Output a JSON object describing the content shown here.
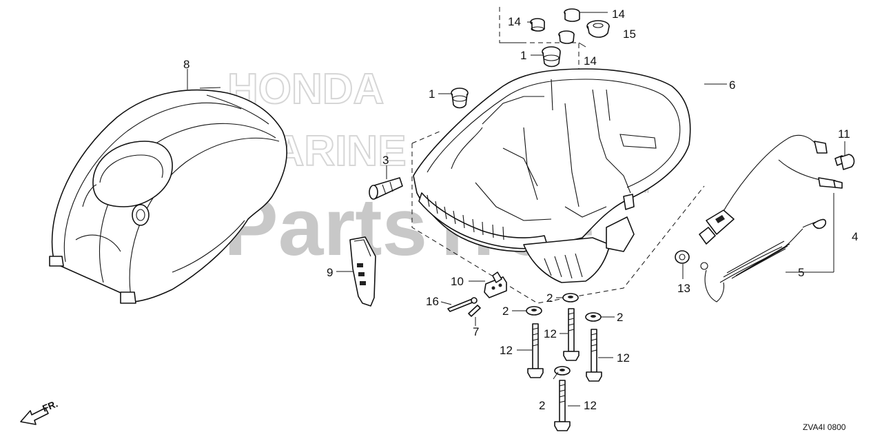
{
  "watermark": {
    "brand_line1": "HONDA",
    "brand_line2": "MARINE",
    "site": "PartsTree",
    "tm": "™"
  },
  "diagram_code": "ZVA4I 0800",
  "direction_label": "FR.",
  "callouts": {
    "c8": "8",
    "c14a": "14",
    "c14b": "14",
    "c15": "15",
    "c1a": "1",
    "c14c": "14",
    "c1b": "1",
    "c6": "6",
    "c3": "3",
    "c11": "11",
    "c4": "4",
    "c9": "9",
    "c13": "13",
    "c5": "5",
    "c10": "10",
    "c2a": "2",
    "c16": "16",
    "c2b": "2",
    "c2c": "2",
    "c7": "7",
    "c12a": "12",
    "c12b": "12",
    "c12c": "12",
    "c2d": "2",
    "c12d": "12"
  }
}
